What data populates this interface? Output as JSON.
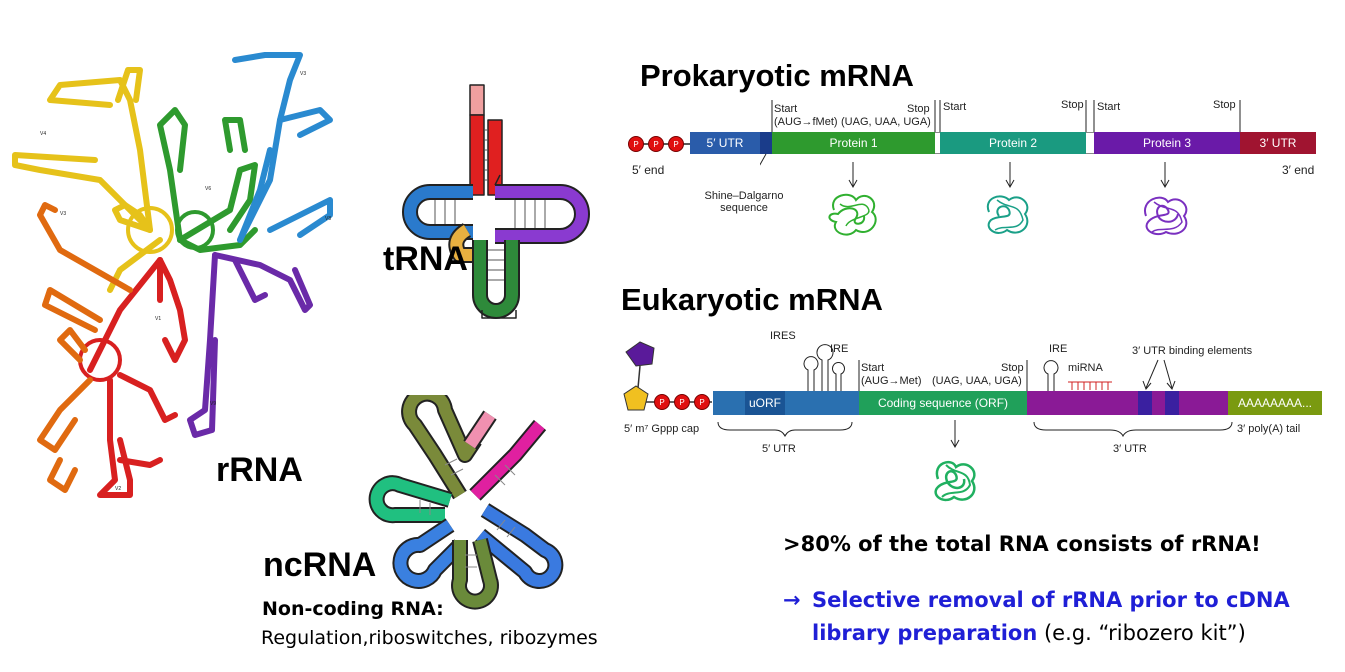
{
  "labels": {
    "rrna": "rRNA",
    "trna": "tRNA",
    "ncrna": "ncRNA",
    "ncrna_title": "Non-coding RNA:",
    "ncrna_desc": "Regulation,riboswitches, ribozymes"
  },
  "prokaryotic": {
    "title": "Prokaryotic mRNA",
    "five_end": "5′ end",
    "three_end": "3′ end",
    "utr5": "5′ UTR",
    "utr3": "3′ UTR",
    "protein1": "Protein 1",
    "protein2": "Protein 2",
    "protein3": "Protein 3",
    "start1": "Start",
    "start1_detail": "(AUG→fMet)",
    "stop1": "Stop",
    "stop1_detail": "(UAG, UAA, UGA)",
    "stop2": "Stop",
    "start2": "Start",
    "stop3": "Stop",
    "start3": "Start",
    "shine1": "Shine–Dalgarno",
    "shine2": "sequence",
    "p": "P"
  },
  "eukaryotic": {
    "title": "Eukaryotic mRNA",
    "cap": "5′ m⁷ Gppp cap",
    "uorf": "uORF",
    "ires": "IRES",
    "ire1": "IRE",
    "ire2": "IRE",
    "start": "Start",
    "start_detail": "(AUG→Met)",
    "stop": "Stop",
    "stop_detail": "(UAG, UAA, UGA)",
    "orf": "Coding sequence (ORF)",
    "mirna": "miRNA",
    "binding": "3′ UTR binding elements",
    "polya": "AAAAAAAA...",
    "polya_label": "3′ poly(A) tail",
    "utr5": "5′ UTR",
    "utr3": "3′ UTR",
    "p": "P"
  },
  "notes": {
    "line1": ">80% of the total RNA consists of rRNA!",
    "arrow": "→",
    "line2": "Selective removal of rRNA prior to cDNA",
    "line3a": "library preparation",
    "line3b": " (e.g. “ribozero kit”)"
  },
  "colors": {
    "utr5": "#2a5caa",
    "protein1": "#2e9a2e",
    "protein2": "#1a9a80",
    "protein3": "#6a1aa8",
    "utr3": "#a01430",
    "orf": "#20a05a",
    "euk_utr3": "#8a1a96",
    "polya": "#7a9a10",
    "phosphate": "#e01010",
    "accent": "#1f1fd6"
  }
}
